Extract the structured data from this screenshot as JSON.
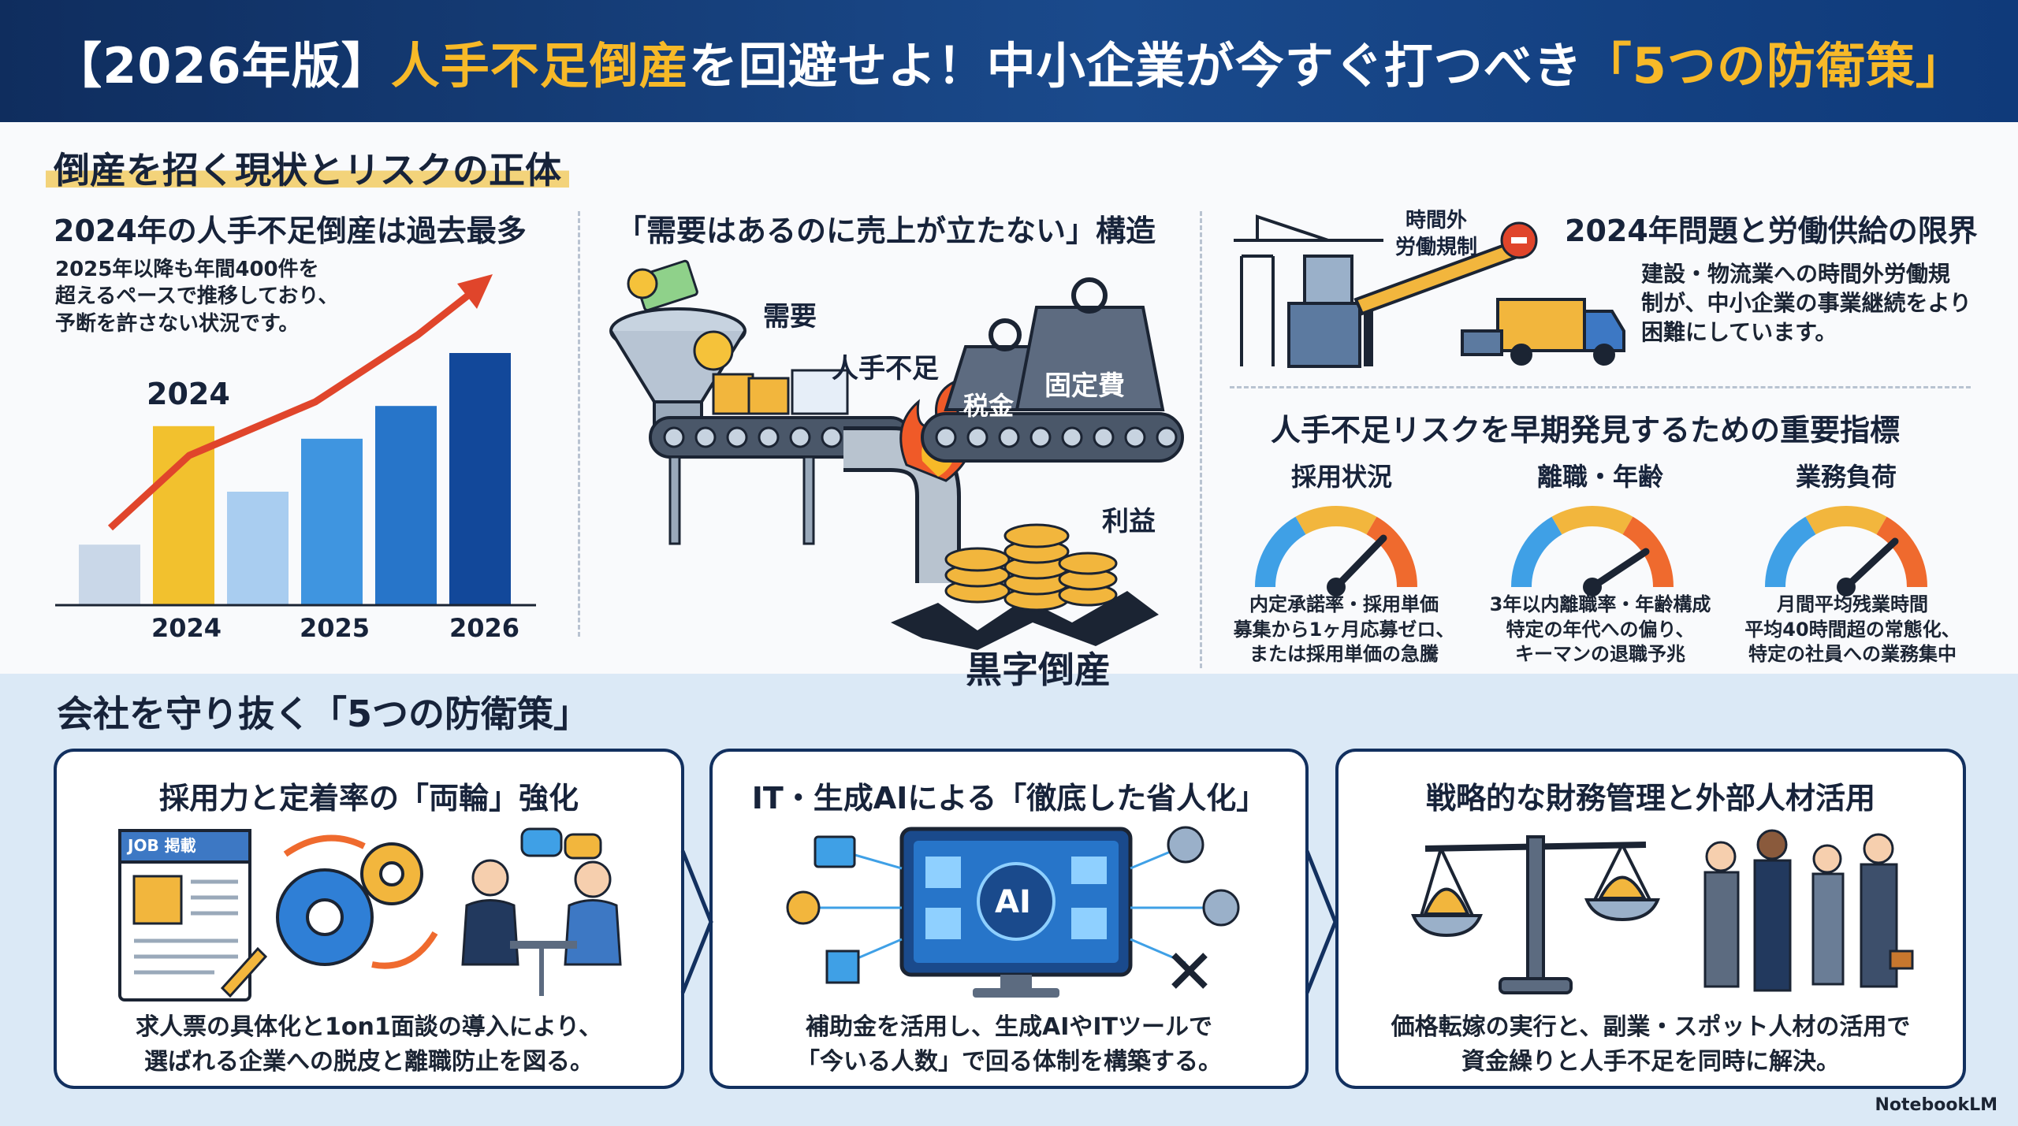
{
  "header": {
    "p1": "【2026年版】",
    "p2": "人手不足倒産",
    "p3": "を回避せよ！中小企業が今すぐ打つべき",
    "p4": "「5つの防衛策」"
  },
  "section1": {
    "title": "倒産を招く現状とリスクの正体",
    "col1": {
      "title": "2024年の人手不足倒産は過去最多",
      "text": "2025年以降も年間400件を\n超えるペースで推移しており、\n予断を許さない状況です。",
      "bar_label": "2024",
      "x_labels": [
        "2024",
        "2025",
        "2026"
      ]
    },
    "col2": {
      "title": "「需要はあるのに売上が立たない」構造",
      "labels": {
        "demand": "需要",
        "shortage": "人手不足",
        "tax": "税金",
        "fixed": "固定費",
        "profit": "利益",
        "bankrupt": "黒字倒産"
      }
    },
    "col3": {
      "sign": "時間外\n労働規制",
      "title": "2024年問題と労働供給の限界",
      "text": "建設・物流業への時間外労働規\n制が、中小企業の事業継続をより\n困難にしています。",
      "indicators_title": "人手不足リスクを早期発見するための重要指標",
      "gauges": [
        {
          "label": "採用状況",
          "text": "内定承諾率・採用単価\n募集から1ヶ月応募ゼロ、\nまたは採用単価の急騰"
        },
        {
          "label": "離職・年齢",
          "text": "3年以内離職率・年齢構成\n特定の年代への偏り、\nキーマンの退職予兆"
        },
        {
          "label": "業務負荷",
          "text": "月間平均残業時間\n平均40時間超の常態化、\n特定の社員への業務集中"
        }
      ]
    }
  },
  "section2": {
    "title": "会社を守り抜く「5つの防衛策」",
    "cards": [
      {
        "title": "採用力と定着率の「両輪」強化",
        "text": "求人票の具体化と1on1面談の導入により、\n選ばれる企業への脱皮と離職防止を図る。",
        "doc_label": "JOB 掲載"
      },
      {
        "title": "IT・生成AIによる「徹底した省人化」",
        "text": "補助金を活用し、生成AIやITツールで\n「今いる人数」で回る体制を構築する。",
        "ai_label": "AI"
      },
      {
        "title": "戦略的な財務管理と外部人材活用",
        "text": "価格転嫁の実行と、副業・スポット人材の活用で\n資金繰りと人手不足を同時に解決。"
      }
    ]
  },
  "chart_data": {
    "type": "bar",
    "bar_heights_relative": [
      0.24,
      0.71,
      0.45,
      0.66,
      0.79,
      1.0
    ],
    "bar_colors": [
      "#c9d7e8",
      "#f2c12e",
      "#a9cdf0",
      "#3f95e0",
      "#2775c9",
      "#12489a"
    ],
    "trend": "up"
  },
  "brand": "NotebookLM",
  "colors": {
    "navy": "#12305f",
    "gold": "#f7b928",
    "accent_red": "#e0452b"
  }
}
